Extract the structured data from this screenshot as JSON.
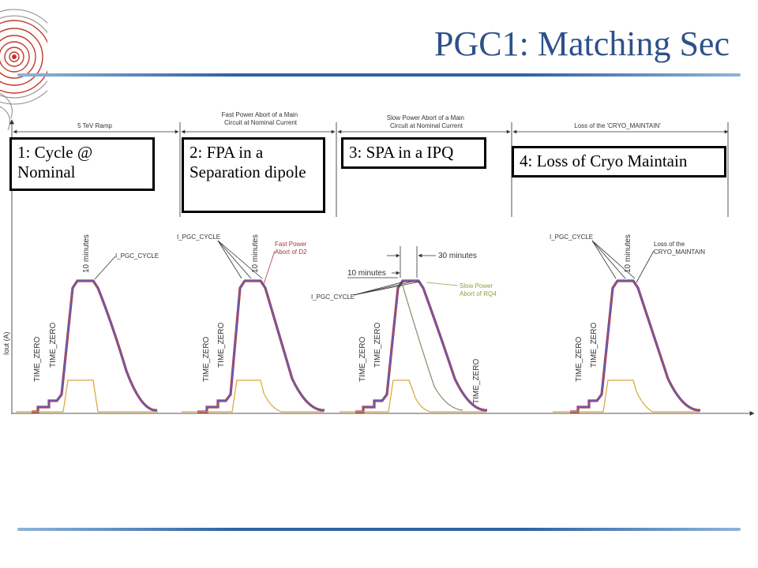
{
  "title": "PGC1: Matching Sec",
  "phases": [
    {
      "label": "1: Cycle @ Nominal",
      "header": "5 TeV Ramp"
    },
    {
      "label": "2: FPA in a Separation dipole",
      "header": "Fast Power Abort of a Main Circuit at Nominal Current"
    },
    {
      "label": "3: SPA in a IPQ",
      "header": "Slow Power Abort of a Main Circuit at Nominal Current"
    },
    {
      "label": "4: Loss of Cryo Maintain",
      "header": "Loss of the 'CRYO_MAINTAIN'"
    }
  ],
  "axis": {
    "y_label": "Iout (A)"
  },
  "annotations": {
    "ten_minutes": "10 minutes",
    "thirty_minutes": "30 minutes",
    "i_pgc_cycle": "I_PGC_CYCLE",
    "time_zero": "TIME_ZERO",
    "fast_power_abort": "Fast Power Abort of D2",
    "slow_power_abort": "Slow Power Abort of RQ4",
    "loss_cryo": "Loss of the CRYO_MAINTAIN"
  },
  "colors": {
    "title": "#2e5189",
    "rule": "#2e63a3",
    "current_trace": "#5b62c8",
    "current_trace_outline": "#b03a3a",
    "secondary_trace": "#d9a53a",
    "spa_trace": "#8a8a6a",
    "fast_abort_label": "#a23a3a",
    "slow_abort_label": "#9a9a3a",
    "logo": "#c0392b"
  }
}
